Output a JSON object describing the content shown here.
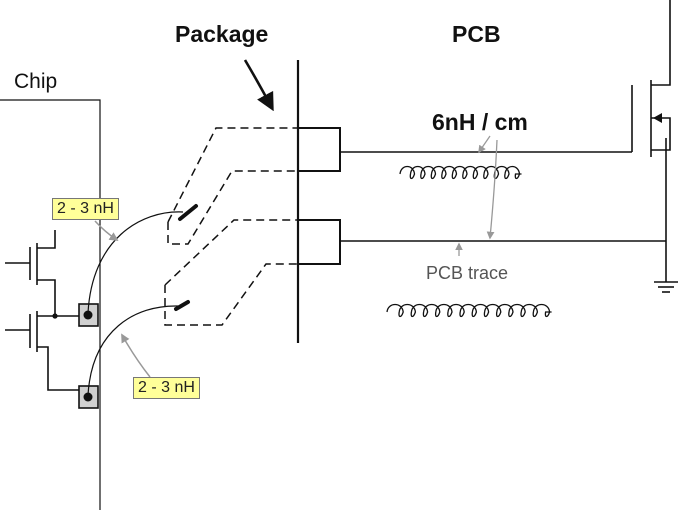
{
  "labels": {
    "chip": "Chip",
    "package": "Package",
    "pcb": "PCB",
    "trace_inductance": "6nH / cm",
    "pcb_trace": "PCB trace"
  },
  "bondwire_labels": {
    "upper": "2 - 3 nH",
    "lower": "2 - 3 nH"
  },
  "colors": {
    "line": "#111111",
    "annotation_arrow": "#999999",
    "label_fill": "#ffff99",
    "pad_fill": "#d0d0d0"
  }
}
